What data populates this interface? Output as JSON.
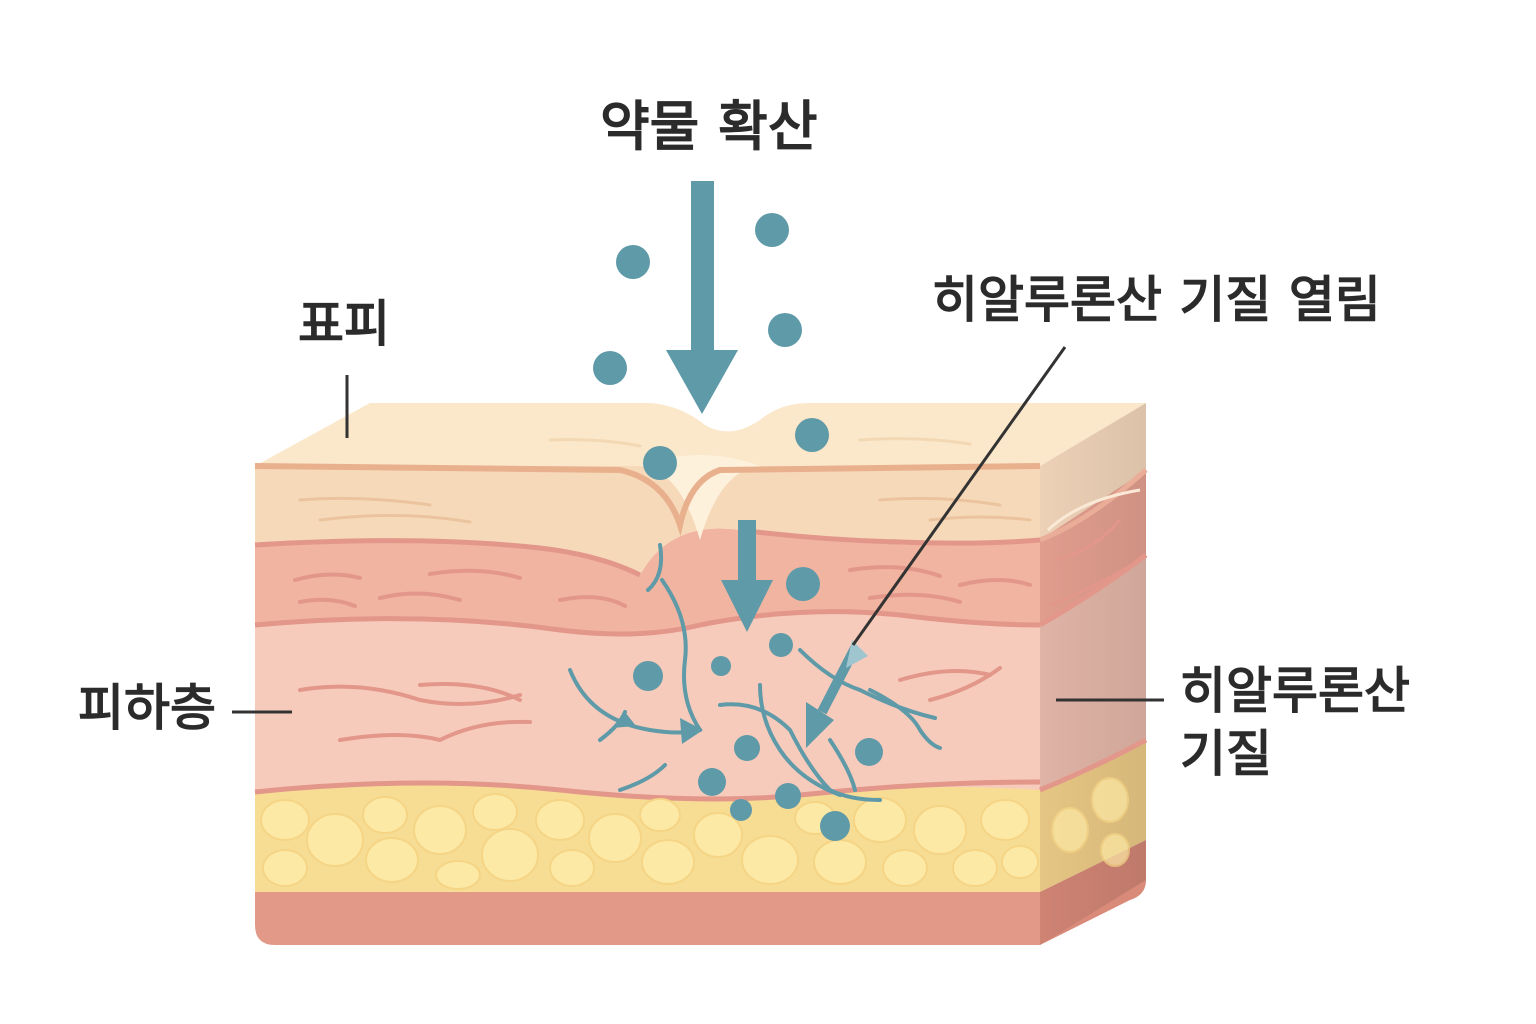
{
  "labels": {
    "title": "약물 확산",
    "epidermis": "표피",
    "hyaluronic_opening": "히알루론산 기질 열림",
    "subcutaneous": "피하층",
    "hyaluronic_matrix_line1": "히알루론산",
    "hyaluronic_matrix_line2": "기질"
  },
  "colors": {
    "epidermis_top": "#fbe7c9",
    "upper_dermis": "#f6d9b9",
    "dermis": "#f1b4a0",
    "lower_dermis": "#f7cbbb",
    "fat": "#f7dc94",
    "fat_cell": "#fde9a6",
    "base": "#e29988",
    "wave_line": "#e2978a",
    "drug": "#5f9aa8",
    "text": "#2b2b2b"
  }
}
